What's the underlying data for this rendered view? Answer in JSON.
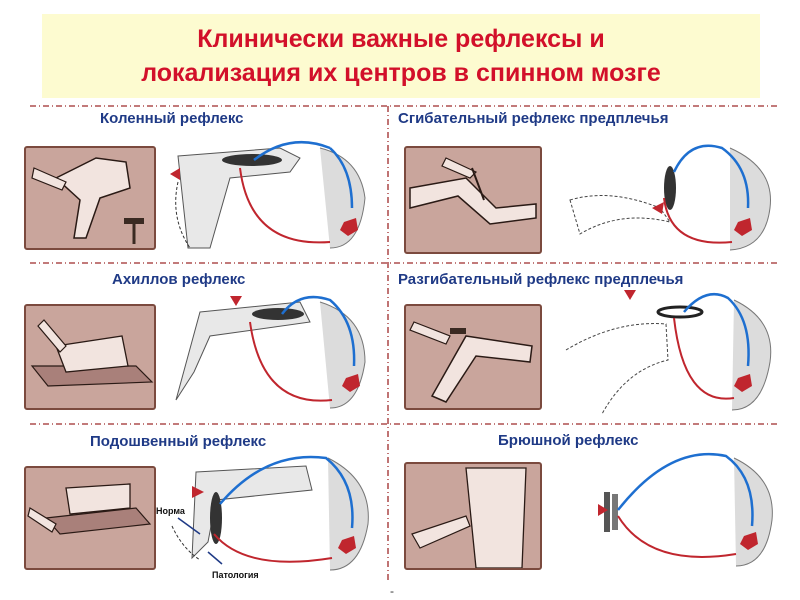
{
  "title": {
    "line1": "Клинически важные рефлексы и",
    "line2": "локализация их центров в спинном мозге"
  },
  "panels": [
    {
      "label": "Коленный рефлекс"
    },
    {
      "label": "Сгибательный рефлекс предплечья"
    },
    {
      "label": "Ахиллов рефлекс"
    },
    {
      "label": "Разгибательный рефлекс предплечья"
    },
    {
      "label": "Подошвенный рефлекс"
    },
    {
      "label": "Брюшной рефлекс"
    }
  ],
  "annotations": {
    "norm": "Норма",
    "pathology": "Патология"
  },
  "footer_mark": "-",
  "colors": {
    "title": "#d2102a",
    "label": "#1f3a86",
    "background_title": "#fdfbd0",
    "afferent": "#1e6fd0",
    "efferent": "#c0262e",
    "photo": "#c9a59c",
    "divider": "#9e2a2a"
  }
}
